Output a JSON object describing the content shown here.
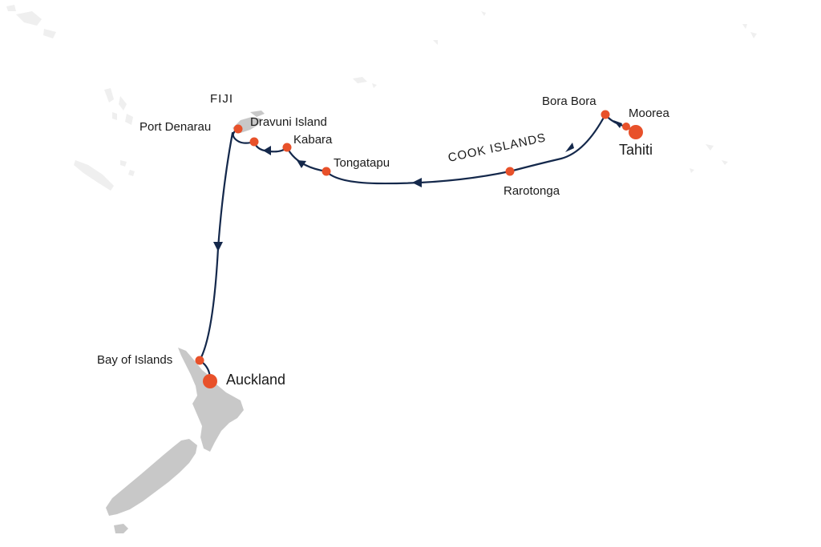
{
  "map": {
    "colors": {
      "route": "#14284b",
      "port": "#e8512a",
      "land": "#c8c8c8",
      "land_faint": "#efefef",
      "water": "#ffffff"
    },
    "regions": {
      "fiji": "FIJI",
      "cook_islands": "COOK ISLANDS"
    },
    "ports": {
      "tahiti": "Tahiti",
      "moorea": "Moorea",
      "bora_bora": "Bora Bora",
      "rarotonga": "Rarotonga",
      "tongatapu": "Tongatapu",
      "kabara": "Kabara",
      "dravuni_island": "Dravuni Island",
      "port_denarau": "Port Denarau",
      "bay_of_islands": "Bay of Islands",
      "auckland": "Auckland"
    }
  }
}
